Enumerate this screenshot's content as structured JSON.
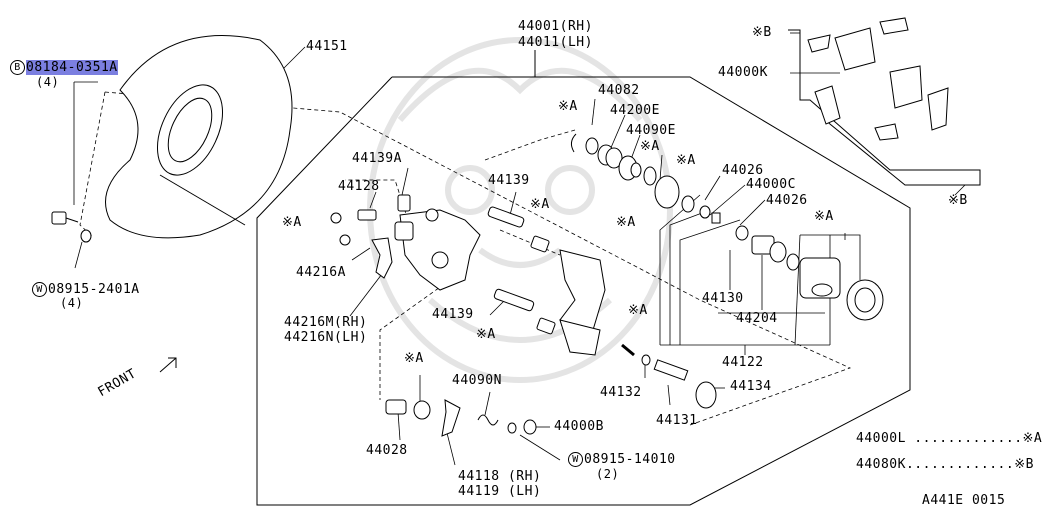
{
  "colors": {
    "highlight": "#7b7fe0",
    "ink": "#000000",
    "watermark": "#e6e6e6"
  },
  "labels": {
    "bolt_code": "08184-0351A",
    "bolt_circle": "B",
    "bolt_qty": "(4)",
    "shield": "44151",
    "washer_circle": "W",
    "washer_code": "08915-2401A",
    "washer_qty": "(4)",
    "caliper_rh": "44001(RH)",
    "caliper_lh": "44011(LH)",
    "p44082": "44082",
    "p44200e": "44200E",
    "p44090e": "44090E",
    "p44139a": "44139A",
    "p44128": "44128",
    "p44139_top": "44139",
    "p44216a": "44216A",
    "p44216m": "44216M(RH)",
    "p44216n": "44216N(LH)",
    "p44139_bottom": "44139",
    "p44026_a": "44026",
    "p44000c": "44000C",
    "p44026_b": "44026",
    "p44130": "44130",
    "p44204": "44204",
    "p44122": "44122",
    "p44132": "44132",
    "p44134": "44134",
    "p44131": "44131",
    "p44090n": "44090N",
    "p44028": "44028",
    "p44000b": "44000B",
    "p44118": "44118 (RH)",
    "p44119": "44119 (LH)",
    "washer2_circle": "W",
    "washer2_code": "08915-14010",
    "washer2_qty": "(2)",
    "p44000k": "44000K",
    "front": "FRONT",
    "legend_a": "44000L .............※A",
    "legend_b": "44080K.............※B",
    "diagram_code": "A441E 0015",
    "mark_a": "※A",
    "mark_b": "※B"
  }
}
